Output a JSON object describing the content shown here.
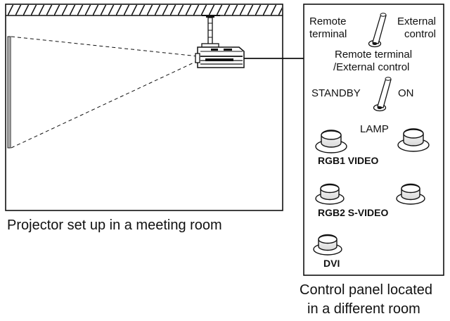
{
  "room": {
    "caption": "Projector set up in a meeting room"
  },
  "panel": {
    "caption_line1": "Control panel located",
    "caption_line2": "in a different room",
    "switch1": {
      "left_label_line1": "Remote",
      "left_label_line2": "terminal",
      "right_label_line1": "External",
      "right_label_line2": "control",
      "caption_line1": "Remote terminal",
      "caption_line2": "/External control"
    },
    "switch2": {
      "left_label": "STANDBY",
      "right_label": "ON"
    },
    "lamp_label": "LAMP",
    "buttons": {
      "row1_label": "RGB1 VIDEO",
      "row2_label": "RGB2 S-VIDEO",
      "row3_label": "DVI"
    }
  },
  "colors": {
    "line": "#111111",
    "background": "#ffffff"
  }
}
